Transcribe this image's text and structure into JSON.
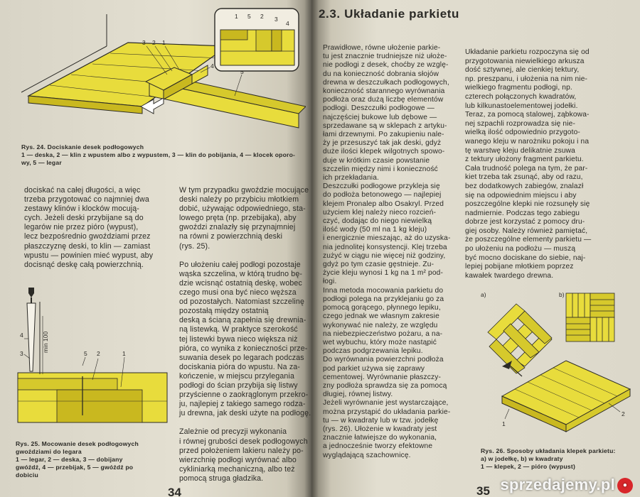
{
  "book": {
    "left_page_number": "34",
    "right_page_number": "35",
    "section_heading": "2.3. Układanie parkietu",
    "watermark": "sprzedajemy.pl"
  },
  "figures": {
    "fig24_caption": "Rys. 24. Dociskanie desek podłogowych\n1 — deska, 2 — klin z wpustem albo z wypustem, 3 — klin do pobijania, 4 — klocek oporo-\nwy, 5 — legar",
    "fig24_labels": [
      "1",
      "2",
      "3",
      "4",
      "5"
    ],
    "fig24_inset_labels": [
      "1",
      "5",
      "2",
      "3",
      "4"
    ],
    "fig25_caption": "Rys. 25. Mocowanie desek podłogowych\ngwoździami do legara\n1 — legar,  2 — deska,  3 — dobijany\ngwóźdź,  4 — przebijak,  5 — gwóźdź po\ndobiciu",
    "fig25_labels": [
      "4",
      "3",
      "5",
      "2",
      "1"
    ],
    "fig25_dimension": "min 100",
    "fig26_caption": "Rys. 26. Sposoby układania klepek parkietu:\na) w jodełkę, b) w kwadraty\n1 — klepek, 2 — pióro (wypust)",
    "fig26_labels": [
      "a)",
      "b)",
      "1",
      "2"
    ]
  },
  "columns": {
    "left_col1": "dociskać na całej długości, a więc\ntrzeba przygotować co najmniej dwa\nzestawy klinów i klocków mocują-\ncych. Jeżeli deski przybijane są do\nlegarów nie przez pióro (wypust),\nlecz bezpośrednio gwoździami przez\npłaszczyznę deski, to klin — zamiast\nwpustu — powinien mieć wypust, aby\ndocisnąć deskę całą powierzchnią.",
    "left_col2": "W tym przypadku gwoździe mocujące\ndeski należy po przybiciu młotkiem\ndobić, używając odpowiedniego, sta-\nlowego pręta (np. przebijaka), aby\ngwoździ znalazły się przynajmniej\nna równi z powierzchnią deski\n(rys. 25).\n\nPo ułożeniu całej podłogi pozostaje\nwąska szczelina, w którą trudno bę-\ndzie wcisnąć ostatnią deskę, wobec\nczego musi ona być nieco węższa\nod pozostałych. Natomiast szczelinę\npozostałą między ostatnią\ndeską a ścianą zapełnia się drewnia-\nną listewką. W praktyce szerokość\ntej listewki bywa nieco większa niż\npióra, co wynika z konieczności prze-\nsuwania desek po legarach podczas\ndociskania pióra do wpustu. Na za-\nkończenie, w miejscu przylegania\npodłogi do ścian przybija się listwy\nprzyścienne o zaokrąglonym przekro-\nju, najlepiej z takiego samego rodza-\nju drewna, jak deski użyte na podłogę.\n\nZależnie od precyzji wykonania\ni równej grubości desek podłogowych\nprzed położeniem lakieru należy po-\nwierzchnię podłogi wyrównać albo\ncykliniarką mechaniczną, albo też\npomocą struga gładzika.",
    "right_col1": "Prawidłowe, równe ułożenie parkie-\ntu jest znacznie trudniejsze niż ułoże-\nnie podłogi z desek, choćby ze wzglę-\ndu na konieczność dobrania słojów\ndrewna w deszczułkach podłogowych,\nkonieczność starannego wyrównania\npodłoża oraz dużą liczbę elementów\npodłogi. Deszczułki podłogowe —\nnajczęściej bukowe lub dębowe —\nsprzedawane są w sklepach z artyku-\nłami drzewnymi. Po zakupieniu nale-\nży je przesuszyć tak jak deski, gdyż\nduże ilości klepek wilgotnych spowo-\nduje w krótkim czasie powstanie\nszczelin między nimi i konieczność\nich przekładania.\nDeszczułki podłogowe przykleja się\ndo podłoża betonowego — najlepiej\nklejem Pronalep albo Osakryl. Przed\nużyciem klej należy nieco rozcień-\nczyć, dodając do niego niewielką\nilość wody (50 ml na 1 kg kleju)\ni energicznie mieszając, aż do uzyska-\nnia jednolitej konsystencji. Klej trzeba\nzużyć w ciągu nie więcej niż godziny,\ngdyż po tym czasie gęstnieje. Zu-\nżycie kleju wynosi 1 kg na 1 m² pod-\nłogi.\nInna metoda mocowania parkietu do\npodłogi polega na przyklejaniu go za\npomocą gorącego, płynnego lepiku,\nczego jednak we własnym zakresie\nwykonywać nie należy, ze względu\nna niebezpieczeństwo pożaru, a na-\nwet wybuchu, który może nastąpić\npodczas podgrzewania lepiku.\nDo wyrównania powierzchni podłoża\npod parkiet używa się zaprawy\ncementowej. Wyrównanie płaszczy-\nzny podłoża sprawdza się za pomocą\ndługiej, równej listwy.\nJeżeli wyrównanie jest wystarczające,\nmożna przystąpić do układania parkie-\ntu — w kwadraty lub w tzw. jodełkę\n(rys. 26). Ułożenie w kwadraty jest\nznacznie łatwiejsze do wykonania,\na jednocześnie tworzy efektowne\nwyglądającą szachownicę.",
    "right_col2": "Układanie parkietu rozpoczyna się od\nprzygotowania niewielkiego arkusza\ndość sztywnej, ale cienkiej tektury,\nnp. preszpanu, i ułożenia na nim nie-\nwielkiego fragmentu podłogi, np.\nczterech połączonych kwadratów,\nlub kilkunastoelementowej jodełki.\nTeraz, za pomocą stalowej, ząbkowa-\nnej szpachli rozprowadza się nie-\nwielką ilość odpowiednio przygoto-\nwanego kleju w narożniku pokoju i na\ntę warstwę kleju delikatnie zsuwa\nz tektury ułożony fragment parkietu.\nCała trudność polega na tym, że par-\nkiet trzeba tak zsunąć, aby od razu,\nbez dodatkowych zabiegów, znalazł\nsię na odpowiednim miejscu i aby\nposzczególne klepki nie rozsunęły się\nnadmiernie. Podczas tego zabiegu\ndobrze jest korzystać z pomocy dru-\ngiej osoby. Należy również pamiętać,\nże poszczególne elementy parkietu —\npo ułożeniu na podłożu — muszą\nbyć mocno dociskane do siebie, naj-\nlepiej pobijane młotkiem poprzez\nkawałek twardego drewna."
  },
  "colors": {
    "wood_yellow": "#e8dc3c",
    "wood_dark": "#c9b81f",
    "ink": "#2b2a26",
    "watermark_badge": "#d8262a"
  }
}
